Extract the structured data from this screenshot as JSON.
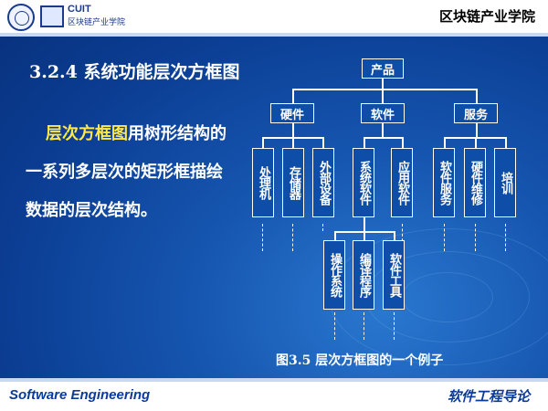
{
  "header": {
    "logo_en": "CUIT",
    "logo_cn": "区块链产业学院",
    "college": "区块链产业学院"
  },
  "title": "3.2.4  系统功能层次方框图",
  "body": {
    "highlight": "层次方框图",
    "rest": "用树形结构的一系列多层次的矩形框描绘数据的层次结构。"
  },
  "diagram": {
    "root": "产品",
    "level1": [
      "硬件",
      "软件",
      "服务"
    ],
    "level2": [
      "处理机",
      "存储器",
      "外部设备",
      "系统软件",
      "应用软件",
      "软件服务",
      "硬件维修",
      "培训"
    ],
    "level3": [
      "操作系统",
      "编译程序",
      "软件工具"
    ],
    "caption": "图3.5 层次方框图的一个例子"
  },
  "footer": {
    "left": "Software Engineering",
    "right": "软件工程导论"
  }
}
